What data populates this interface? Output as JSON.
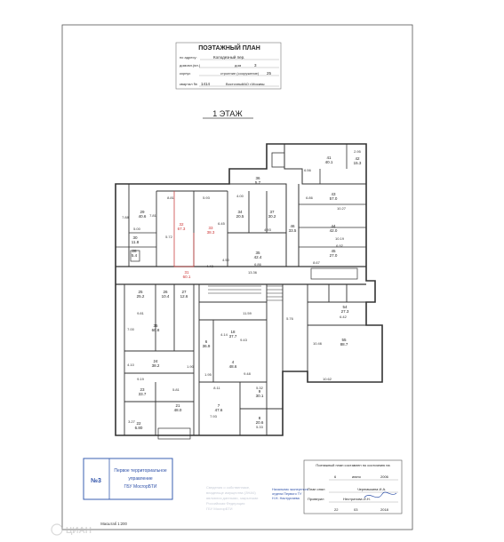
{
  "header": {
    "title": "ПОЭТАЖНЫЙ ПЛАН",
    "address_label": "по адресу:",
    "street": "Колодезный пер.",
    "building_label": "домовл.(вл.)",
    "house_label": "дом",
    "house_no": "3",
    "korpus_label": "корпус",
    "structure_label": "строение (сооружение)",
    "structure_no": "25",
    "quarter_label": "квартал №",
    "quarter_no": "1414",
    "district": "ВосточныйАО г.Москвы"
  },
  "floor_label": "1 ЭТАЖ",
  "rooms": [
    {
      "no": "41",
      "area": "40.1"
    },
    {
      "no": "42",
      "area": "15.3"
    },
    {
      "no": "43",
      "area": "57.0"
    },
    {
      "no": "44",
      "area": "42.0"
    },
    {
      "no": "45",
      "area": "27.0"
    },
    {
      "no": "46",
      "area": "33.5"
    },
    {
      "no": "35",
      "area": "42.4"
    },
    {
      "no": "36",
      "area": "5.7"
    },
    {
      "no": "37",
      "area": "30.2"
    },
    {
      "no": "34",
      "area": "20.5"
    },
    {
      "no": "33",
      "area": "38.3"
    },
    {
      "no": "32",
      "area": "67.3"
    },
    {
      "no": "31",
      "area": "60.1"
    },
    {
      "no": "30",
      "area": "11.8"
    },
    {
      "no": "29",
      "area": "40.6"
    },
    {
      "no": "28",
      "area": "5.4"
    },
    {
      "no": "25",
      "area": "25.2"
    },
    {
      "no": "26",
      "area": "10.4"
    },
    {
      "no": "27",
      "area": "12.6"
    },
    {
      "no": "35",
      "area": "60.8"
    },
    {
      "no": "24",
      "area": "38.2"
    },
    {
      "no": "23",
      "area": "33.7"
    },
    {
      "no": "22",
      "area": "6.80"
    },
    {
      "no": "21",
      "area": "48.0"
    },
    {
      "no": "18",
      "area": "37.7"
    },
    {
      "no": "6",
      "area": "36.9"
    },
    {
      "no": "4",
      "area": "48.6"
    },
    {
      "no": "7",
      "area": "47.6"
    },
    {
      "no": "8",
      "area": "20.6"
    },
    {
      "no": "9",
      "area": "30.1"
    },
    {
      "no": "54",
      "area": "27.3"
    },
    {
      "no": "55",
      "area": "88.7"
    }
  ],
  "dims": [
    "6.56",
    "2.95",
    "6.86",
    "10.27",
    "10.19",
    "6.92",
    "8.67",
    "13.36",
    "4.43",
    "4.00",
    "6.45",
    "6.86",
    "5.93",
    "5.72",
    "4.93",
    "7.81",
    "8.81",
    "5.00",
    "7.88",
    "4.50",
    "11.59",
    "9.43",
    "9.48",
    "8.11",
    "5.32",
    "10.46",
    "10.62",
    "6.42",
    "5.76",
    "5.81",
    "4.10",
    "7.00",
    "9.19",
    "9.81",
    "1.95",
    "1.90",
    "5.33",
    "7.93",
    "4.14",
    "3.27"
  ],
  "stamp": {
    "number": "№3",
    "line1": "Первое территориальное",
    "line2": "управление",
    "line3": "ГБУ МосгорБТИ"
  },
  "faint_stamp": [
    "Сведения о собственнике,",
    "владельце имущества (ЗНАЧ)",
    "являются данными, закрытыми",
    "Российская Федерация",
    "ГБУ МосгорБТИ"
  ],
  "approver": {
    "line1": "Начальник экспертного",
    "line2": "отдела Первого ТУ",
    "line3": "Н.Н. Настургаева"
  },
  "statement": {
    "title": "Поэтажный план составлен по состоянию на",
    "date_day": "6",
    "date_month": "июня",
    "date_year": "2006",
    "drawn_label": "План снял",
    "drawn_name": "Черемыкина И.А.",
    "checked_label": "Проверил",
    "checked_name": "Нестратова И.Н.",
    "check_day": "22",
    "check_month": "03",
    "check_year": "2018"
  },
  "scale": "Масштаб 1:200",
  "watermark": "ЦИАН"
}
